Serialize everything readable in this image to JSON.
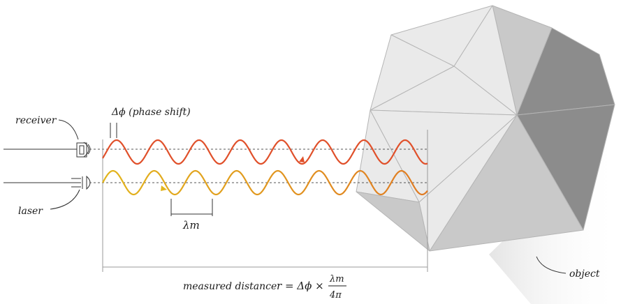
{
  "labels": {
    "receiver": "receiver",
    "laser": "laser",
    "phase_shift": "Δϕ (phase shift)",
    "wavelength": "λm",
    "object": "object",
    "measured_distance": "measured distance",
    "formula_lhs": "r = Δϕ ×",
    "formula_num": "λm",
    "formula_den": "4π"
  },
  "colors": {
    "received_wave": "#e0502a",
    "emitted_wave_start": "#e2b51c",
    "emitted_wave_end": "#e07a22",
    "object_light": "#eaeaea",
    "object_mid": "#c9c9c9",
    "object_dark": "#8c8c8c",
    "shadow": "#dcdcdc"
  },
  "icons": {
    "receiver": "receiver-device-icon",
    "laser": "laser-emitter-icon"
  }
}
